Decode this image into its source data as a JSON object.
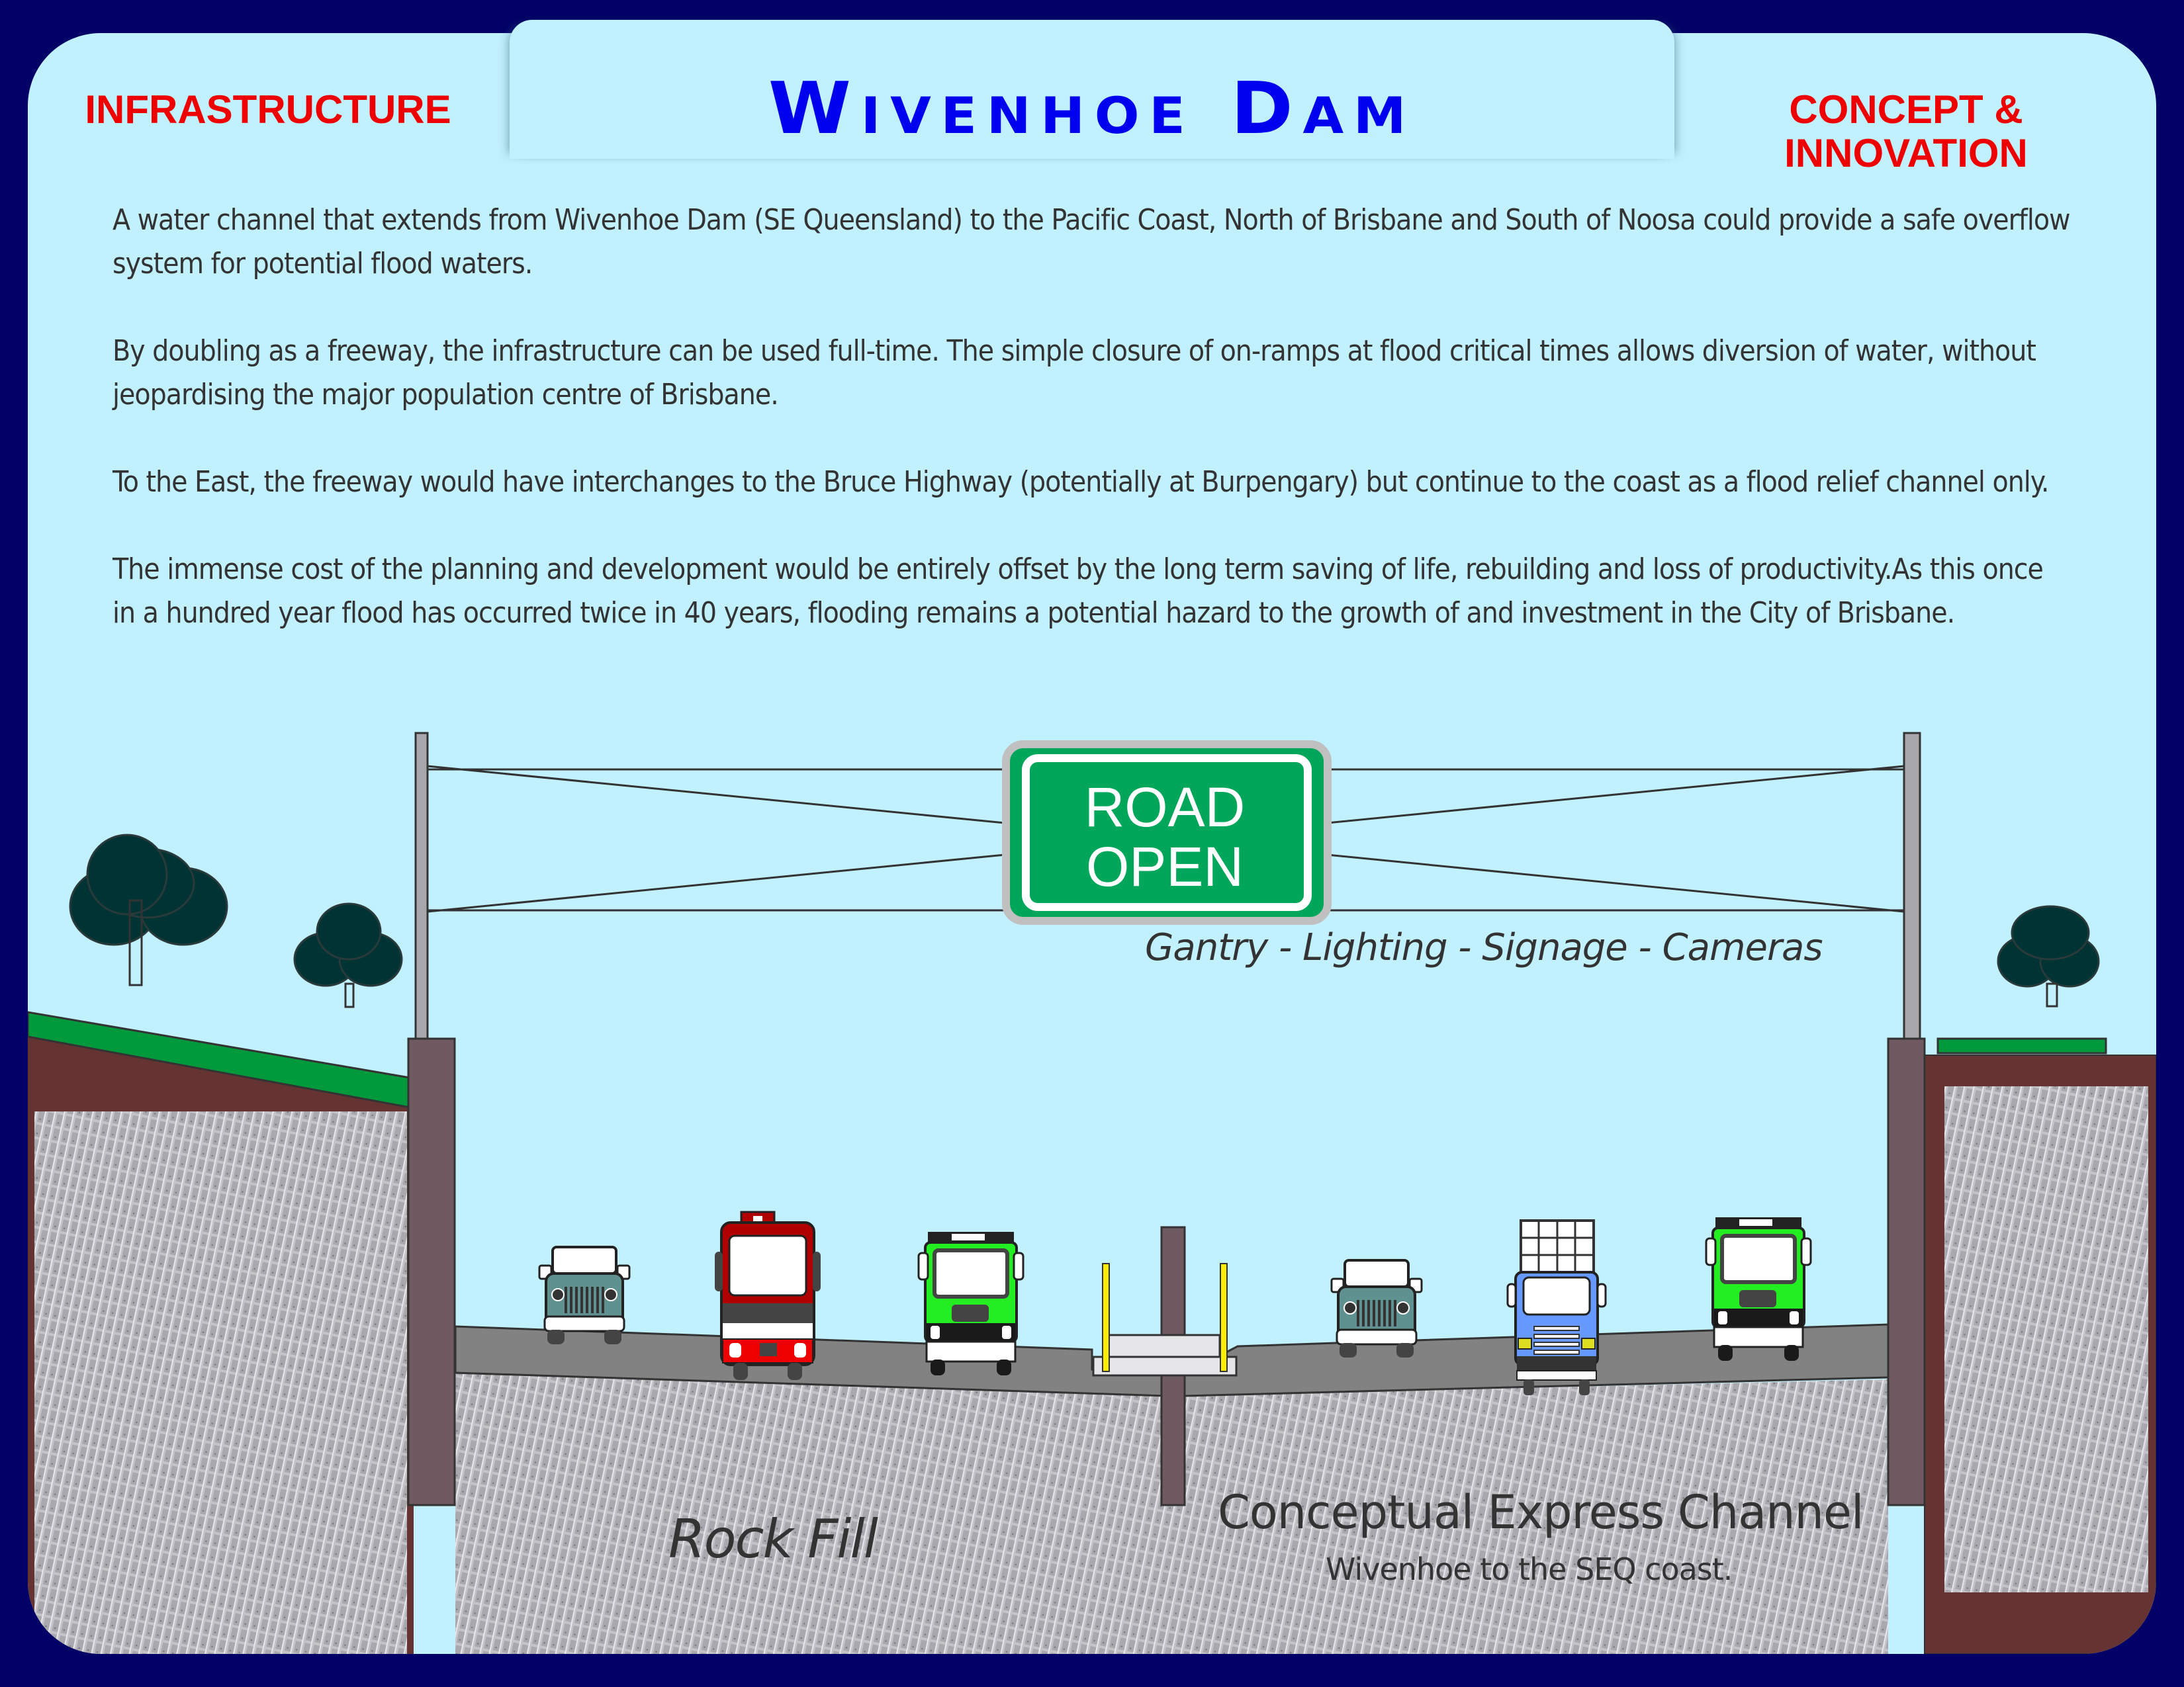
{
  "header": {
    "title": "Wivenhoe Dam",
    "left_label": "INFRASTRUCTURE",
    "right_label_line1": "CONCEPT &",
    "right_label_line2": "INNOVATION"
  },
  "paragraphs": [
    "A water channel that extends from Wivenhoe Dam (SE Queensland) to the Pacific Coast, North of Brisbane and South of Noosa could provide a safe overflow system for potential flood waters.",
    "By doubling as a freeway, the infrastructure can be used full-time. The simple closure of on-ramps at flood critical times allows diversion of water, without jeopardising the major population centre of Brisbane.",
    "To the East, the freeway would have interchanges to the Bruce Highway (potentially at Burpengary) but continue to the coast as a flood relief channel only.",
    "The immense cost of the planning and development would be entirely offset by the long term saving of life, rebuilding and loss of productivity.As this once in a hundred year flood has occurred twice in 40 years, flooding remains a potential hazard to the growth of and investment in the City of Brisbane."
  ],
  "sign": {
    "line1": "ROAD",
    "line2": "OPEN"
  },
  "captions": {
    "gantry": "Gantry - Lighting - Signage - Cameras",
    "rock_fill": "Rock Fill",
    "channel_title": "Conceptual Express Channel",
    "channel_subtitle": "Wivenhoe to the SEQ coast."
  },
  "vehicles": [
    {
      "type": "jeep",
      "color": "#5f9191"
    },
    {
      "type": "bus",
      "color": "#b00000"
    },
    {
      "type": "truck",
      "color": "#22ee22"
    },
    {
      "type": "jeep",
      "color": "#5f9191"
    },
    {
      "type": "tipper-truck",
      "color": "#6699ff"
    },
    {
      "type": "truck",
      "color": "#22ee22"
    }
  ],
  "colors": {
    "background": "#020066",
    "panel": "#c1f0fe",
    "title": "#0000ee",
    "label_red": "#ee0000",
    "text": "#333333",
    "sign_green": "#00a65a",
    "grass": "#009a3d",
    "soil": "#663333",
    "wall": "#6e5a60",
    "road": "#828282",
    "tree": "#003333",
    "post": "#a8a8ac"
  }
}
